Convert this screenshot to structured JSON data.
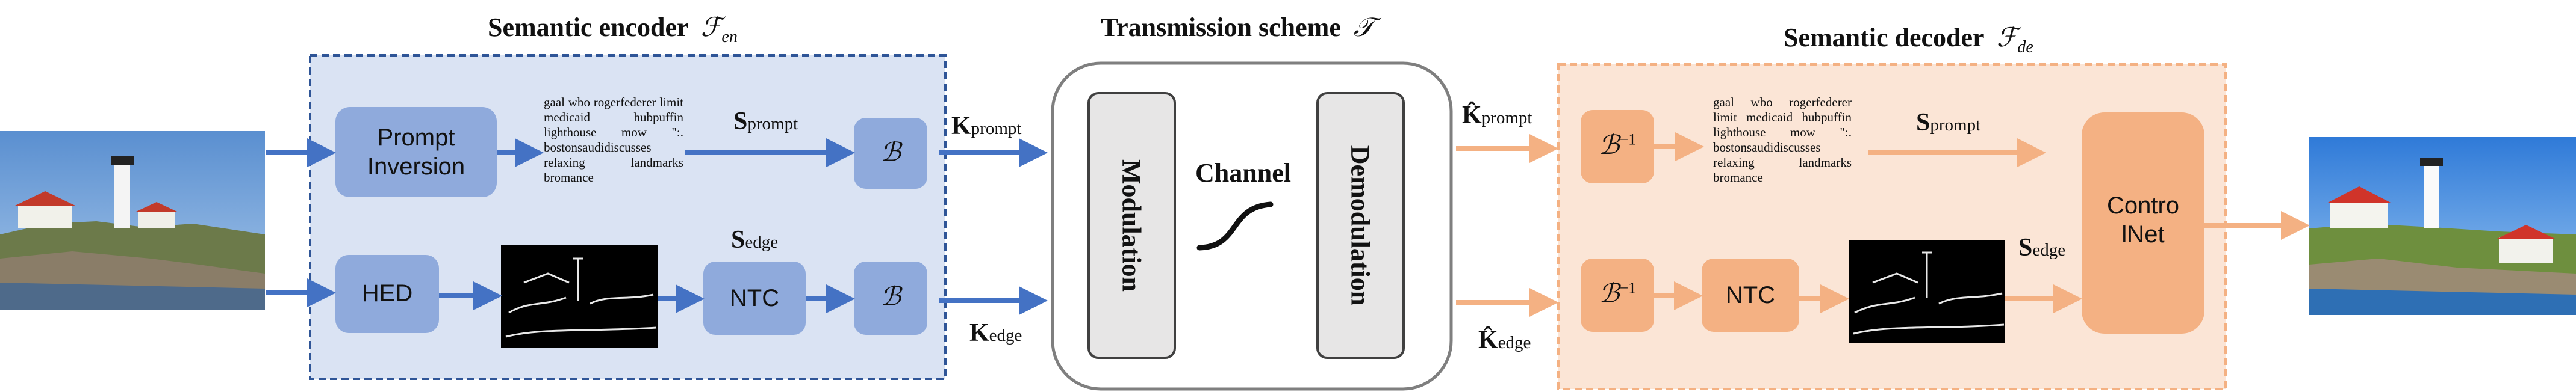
{
  "encoder": {
    "title": "Semantic encoder",
    "symbol": "ℱ",
    "symbol_sub": "en",
    "prompt_inversion": "Prompt Inversion",
    "hed": "HED",
    "ntc": "NTC",
    "binarizer": "ℬ",
    "prompt_words": "gaal wbo rogerfederer limit medicaid hubpuffin lighthouse mow \":. bostonsaudidiscusses relaxing landmarks bromance",
    "s_prompt": {
      "main": "S",
      "sub": "prompt"
    },
    "s_edge": {
      "main": "S",
      "sub": "edge"
    },
    "k_prompt": {
      "main": "K",
      "sub": "prompt"
    },
    "k_edge": {
      "main": "K",
      "sub": "edge"
    }
  },
  "transmission": {
    "title": "Transmission scheme",
    "symbol": "𝒯",
    "modulation": "Modulation",
    "channel": "Channel",
    "demodulation": "Demodulation"
  },
  "decoder": {
    "title": "Semantic decoder",
    "symbol": "ℱ",
    "symbol_sub": "de",
    "binarizer_inv": "ℬ",
    "binarizer_inv_sup": "−1",
    "ntc": "NTC",
    "controlnet": "Contro lNet",
    "prompt_words": "gaal wbo rogerfederer limit medicaid hubpuffin lighthouse mow \":. bostonsaudidiscusses relaxing landmarks bromance",
    "s_prompt": {
      "main": "S",
      "sub": "prompt"
    },
    "s_edge": {
      "main": "S",
      "sub": "edge"
    },
    "khat_prompt": {
      "main": "K̂",
      "sub": "prompt"
    },
    "khat_edge": {
      "main": "K̂",
      "sub": "edge"
    }
  },
  "colors": {
    "enc_panel": "#dae3f3",
    "enc_border": "#2f5597",
    "enc_box": "#8faadc",
    "enc_arrow": "#4472c4",
    "dec_panel": "#fbe5d6",
    "dec_border": "#f4b183",
    "dec_box": "#f4b183",
    "dec_arrow": "#f4b183",
    "trans_box": "#e7e6e6"
  }
}
